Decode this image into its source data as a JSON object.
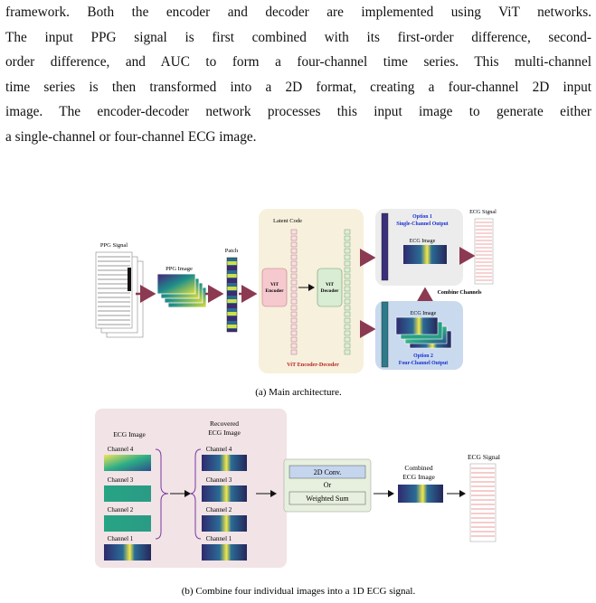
{
  "paragraph": {
    "lines": [
      "framework. Both the encoder and decoder are implemented using ViT networks.",
      "The input PPG signal is first combined with its first-order difference, second-",
      "order difference, and AUC to form a four-channel time series. This multi-channel",
      "time series is then transformed into a 2D format, creating a four-channel 2D input",
      "image. The encoder-decoder network processes this input image to generate either",
      "a single-channel or four-channel ECG image."
    ]
  },
  "figure_a": {
    "ppg_signal_label": "PPG Signal",
    "ppg_image_label": "PPG Image",
    "patch_label": "Patch",
    "latent_code_label": "Latent Code",
    "vit_encoder_label": "ViT Encoder",
    "vit_decoder_label": "ViT Decoder",
    "encoder_decoder_label": "ViT Encoder-Decoder",
    "option1_title": "Option 1",
    "option1_subtitle": "Single-Channel Output",
    "ecg_image_label_1": "ECG Image",
    "ecg_signal_label": "ECG Signal",
    "combine_channels_label": "Combine Channels",
    "ecg_image_label_2": "ECG Image",
    "option2_title": "Option 2",
    "option2_subtitle": "Four-Channel Output",
    "caption": "(a) Main architecture."
  },
  "figure_b": {
    "ecg_image_label": "ECG Image",
    "recovered_label_1": "Recovered",
    "recovered_label_2": "ECG Image",
    "channels_left": [
      "Channel 4",
      "Channel 3",
      "Channel 2",
      "Channel 1"
    ],
    "channels_right": [
      "Channel 4",
      "Channel 3",
      "Channel 2",
      "Channel 1"
    ],
    "conv_label": "2D Conv.",
    "or_label": "Or",
    "weighted_sum_label": "Weighted Sum",
    "combined_label_1": "Combined",
    "combined_label_2": "ECG Image",
    "ecg_signal_label": "ECG Signal",
    "caption": "(b) Combine four individual images into a 1D ECG signal."
  },
  "colors": {
    "arrow_maroon": "#8b3a52",
    "encoder_panel": "#f6f0dc",
    "pink_box": "#f1e3e6",
    "option1_panel": "#ececec",
    "option2_panel": "#c9d9ee",
    "option_text_blue": "#1a2fd0",
    "vit_encoder_fill": "#f6c9cf",
    "vit_decoder_fill": "#d9ecd4",
    "combine_box": "#e7f0de",
    "conv_fill": "#c5d5ee"
  }
}
